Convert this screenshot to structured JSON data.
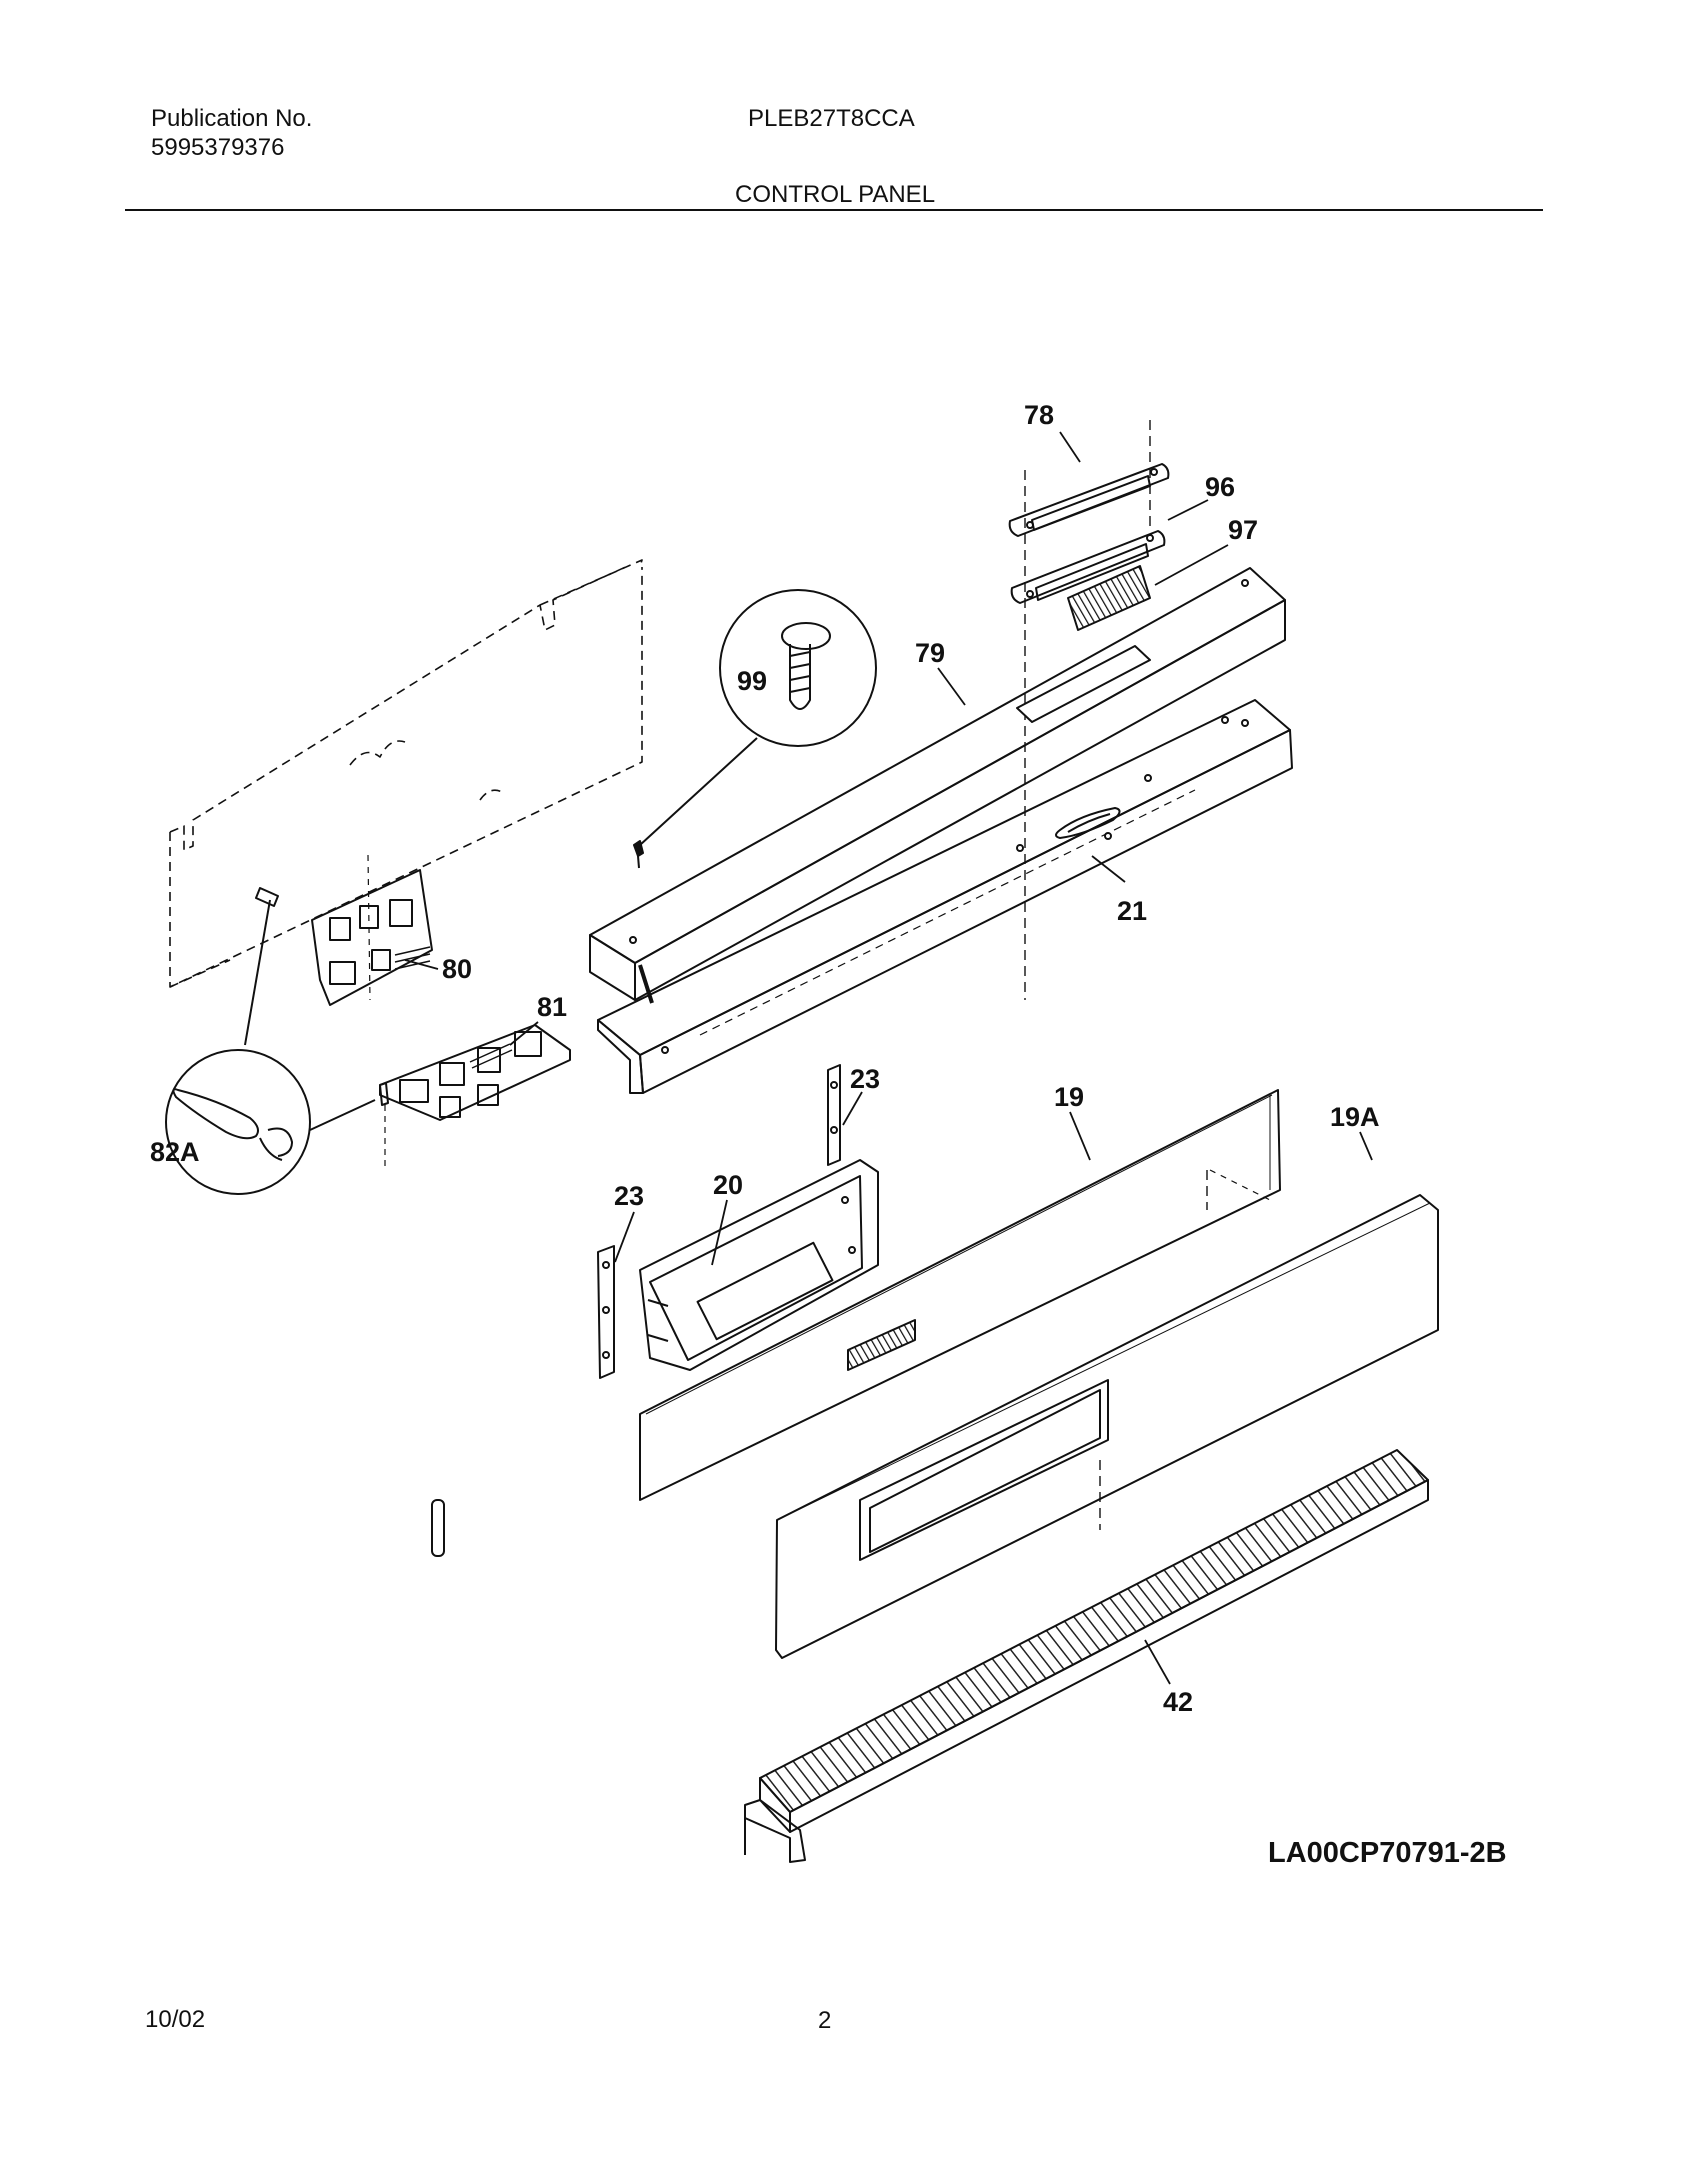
{
  "header": {
    "publication_label": "Publication No.",
    "publication_number": "5995379376",
    "model": "PLEB27T8CCA",
    "section_title": "CONTROL PANEL"
  },
  "diagram": {
    "drawing_code": "LA00CP70791-2B",
    "callouts": {
      "c78": "78",
      "c96": "96",
      "c97": "97",
      "c99": "99",
      "c79": "79",
      "c21": "21",
      "c80": "80",
      "c81": "81",
      "c82A": "82A",
      "c23a": "23",
      "c23b": "23",
      "c20": "20",
      "c19": "19",
      "c19A": "19A",
      "c42": "42"
    }
  },
  "footer": {
    "date": "10/02",
    "page_number": "2"
  }
}
